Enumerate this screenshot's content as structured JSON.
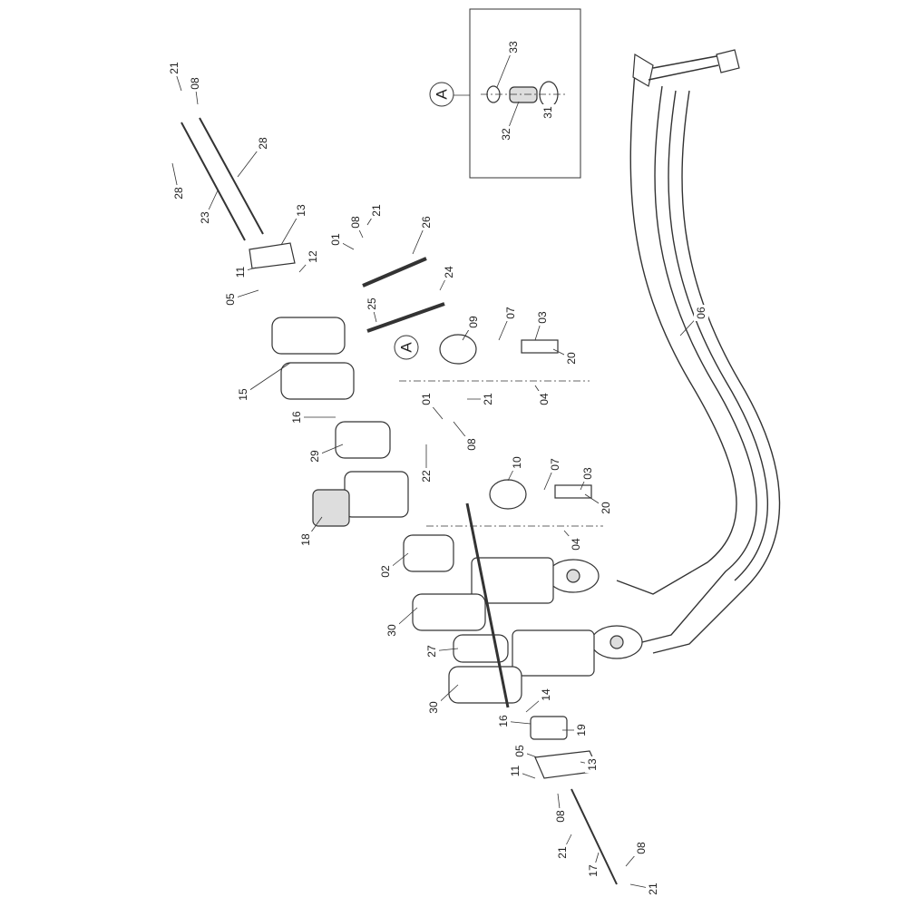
{
  "title": "Valve assembly exploded parts diagram",
  "callouts": [
    "21",
    "08",
    "28",
    "28",
    "23",
    "13",
    "01",
    "08",
    "21",
    "26",
    "11",
    "12",
    "05",
    "25",
    "24",
    "09",
    "07",
    "03",
    "20",
    "15",
    "04",
    "01",
    "21",
    "16",
    "08",
    "29",
    "22",
    "10",
    "07",
    "03",
    "20",
    "18",
    "04",
    "02",
    "30",
    "27",
    "30",
    "14",
    "16",
    "19",
    "05",
    "11",
    "13",
    "08",
    "21",
    "08",
    "17",
    "21",
    "06"
  ],
  "detail": {
    "marker": "A",
    "callouts": [
      "33",
      "32",
      "31"
    ]
  },
  "detail_reference_marker": "A"
}
